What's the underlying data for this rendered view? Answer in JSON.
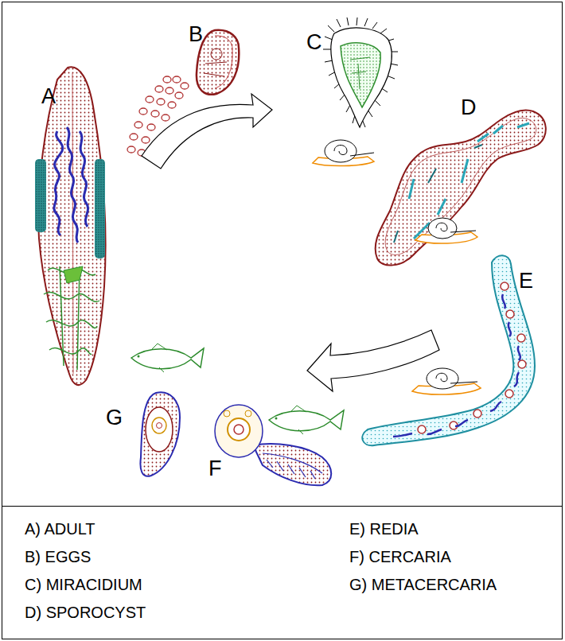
{
  "diagram": {
    "nodes": [
      {
        "text": [
          "A) ADULT",
          "B) EGGS",
          "C) MIRACIDIUM",
          "D) SPOROCYST",
          "E) REDIA",
          "F) CERCARIA",
          "G) METACERCARIA"
        ]
      }
    ],
    "labels": [
      "A",
      "B",
      "C",
      "D",
      "E",
      "F",
      "G"
    ]
  }
}
